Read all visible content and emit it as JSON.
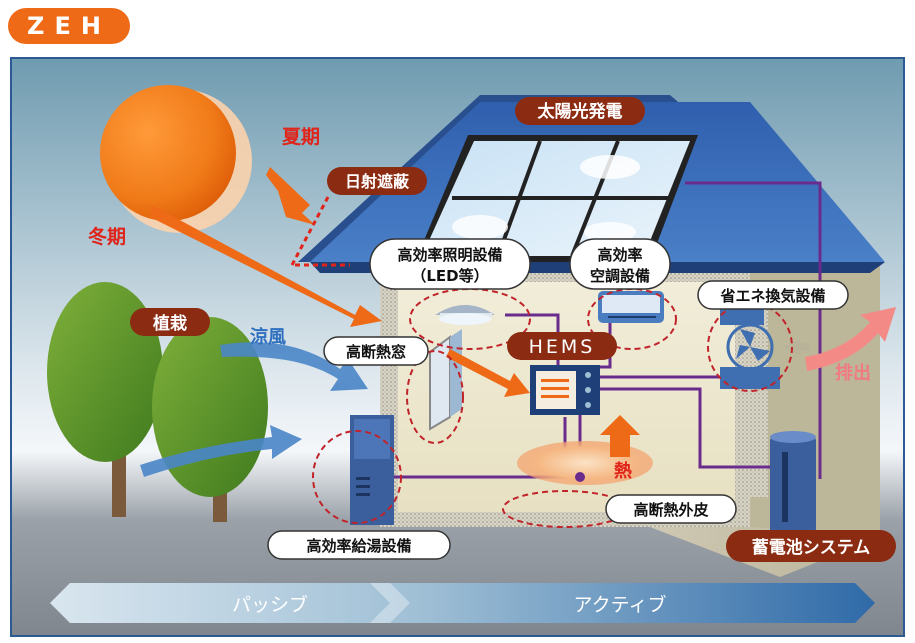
{
  "title": "ZEH",
  "labels": {
    "solar": "太陽光発電",
    "summer": "夏期",
    "winter": "冬期",
    "shading": "日射遮蔽",
    "lighting_1": "高効率照明設備",
    "lighting_2": "（LED等）",
    "aircon_1": "高効率",
    "aircon_2": "空調設備",
    "ventilation": "省エネ換気設備",
    "planting": "植栽",
    "cool_wind": "涼風",
    "window": "高断熱窓",
    "hems": "HEMS",
    "exhaust": "排出",
    "heat": "熱",
    "envelope": "高断熱外皮",
    "water_heater": "高効率給湯設備",
    "battery": "蓄電池システム",
    "passive": "パッシブ",
    "active": "アクティブ"
  },
  "colors": {
    "accent_orange": "#ee6a17",
    "badge_brown": "#8b2b12",
    "roof_blue": "#3a6ab5",
    "wire_purple": "#6a2c8c",
    "frame_blue": "#2c5a93",
    "summer_red": "#e0241a"
  }
}
